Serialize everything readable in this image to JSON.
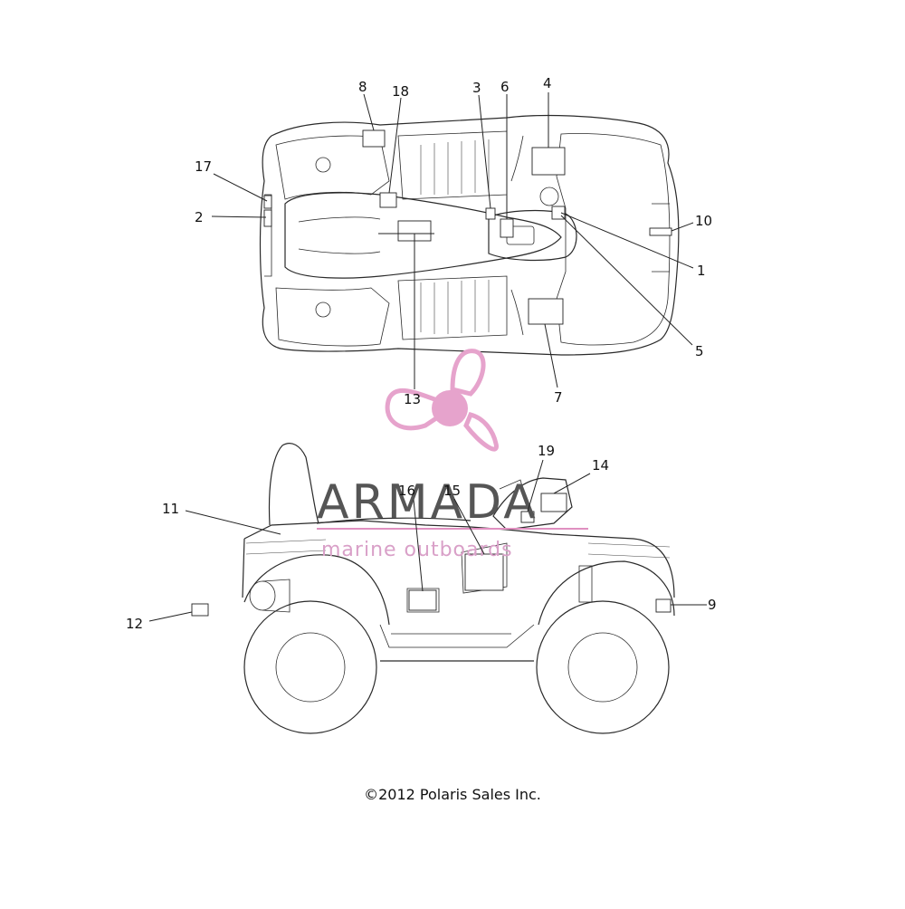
{
  "diagram": {
    "callouts": [
      "1",
      "2",
      "3",
      "4",
      "5",
      "6",
      "7",
      "8",
      "9",
      "10",
      "11",
      "12",
      "13",
      "14",
      "15",
      "16",
      "17",
      "18",
      "19"
    ]
  },
  "watermark": {
    "brand": "ARMADA",
    "tagline": "marine outboards",
    "colors": {
      "propeller": "#e6a3cc",
      "text": "#555555",
      "tagline": "#d9a0c8",
      "rule": "#e090c0"
    }
  },
  "copyright": "©2012  Polaris Sales Inc."
}
